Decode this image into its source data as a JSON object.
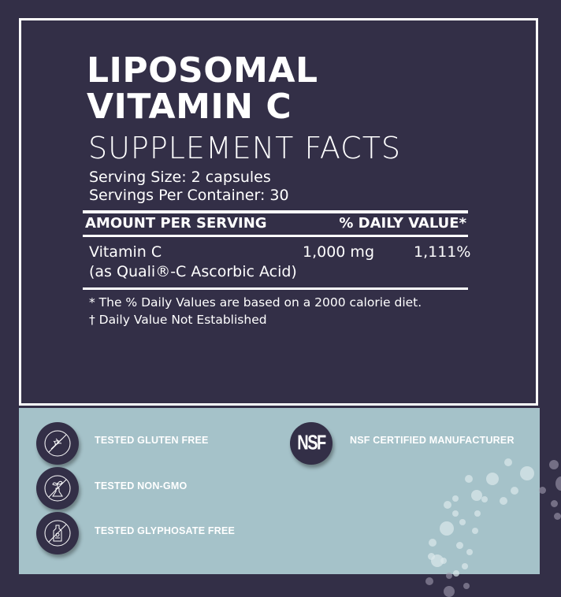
{
  "product": {
    "title_line1": "LIPOSOMAL",
    "title_line2": "VITAMIN C",
    "panel_heading": "SUPPLEMENT FACTS"
  },
  "serving": {
    "size": "Serving Size: 2 capsules",
    "per_container": "Servings Per Container: 30"
  },
  "table": {
    "headers": {
      "amount": "AMOUNT PER SERVING",
      "daily_value": "% DAILY VALUE*"
    },
    "rows": [
      {
        "name": "Vitamin C",
        "detail": "(as Quali®-C Ascorbic Acid)",
        "amount": "1,000 mg",
        "daily_value": "1,111%"
      }
    ]
  },
  "footnotes": [
    "*  The % Daily Values are based on a 2000 calorie diet.",
    "† Daily Value Not Established"
  ],
  "badges": [
    {
      "icon": "no-gluten-icon",
      "label": "TESTED GLUTEN FREE"
    },
    {
      "icon": "no-gmo-icon",
      "label": "TESTED NON-GMO"
    },
    {
      "icon": "no-glyphosate-icon",
      "label": "TESTED GLYPHOSATE FREE"
    },
    {
      "icon": "nsf-logo-icon",
      "logo_text": "NSF",
      "label": "NSF CERTIFIED MANUFACTURER"
    }
  ],
  "colors": {
    "background": "#332f47",
    "panel": "#a5c2c9",
    "text": "#ffffff"
  }
}
